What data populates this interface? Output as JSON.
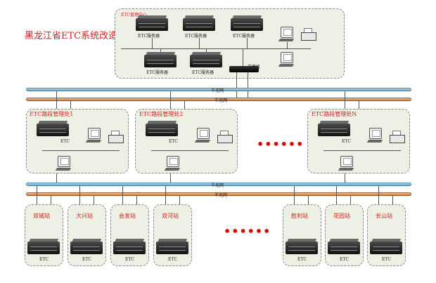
{
  "title": "黑龙江省ETC系统改造",
  "center": {
    "label": "ETC管理中心",
    "servers": [
      "ETC服务器",
      "ETC服务器",
      "ETC服务器",
      "ETC服务器",
      "ETC服务器"
    ],
    "switch_label": "交换机"
  },
  "backbone": {
    "blue": "千兆网",
    "brown": "千兆网"
  },
  "lower_bus": {
    "blue": "千兆网",
    "brown": "千兆网"
  },
  "offices": [
    {
      "label": "ETC路段管理处1",
      "server": "ETC"
    },
    {
      "label": "ETC路段管理处2",
      "server": "ETC"
    },
    {
      "label": "ETC路段管理处N",
      "server": "ETC"
    }
  ],
  "office_dots": "••••••",
  "stations": [
    {
      "label": "双城站",
      "server": "ETC"
    },
    {
      "label": "大兴站",
      "server": "ETC"
    },
    {
      "label": "会发站",
      "server": "ETC"
    },
    {
      "label": "双河站",
      "server": "ETC"
    },
    {
      "label": "胜利站",
      "server": "ETC"
    },
    {
      "label": "花园站",
      "server": "ETC"
    },
    {
      "label": "长山站",
      "server": "ETC"
    }
  ],
  "station_dots": "••••••",
  "colors": {
    "label_red": "#d42020",
    "panel": "#edf0e4",
    "bus_blue": "#5aa0cc",
    "bus_brown": "#c47a40"
  }
}
